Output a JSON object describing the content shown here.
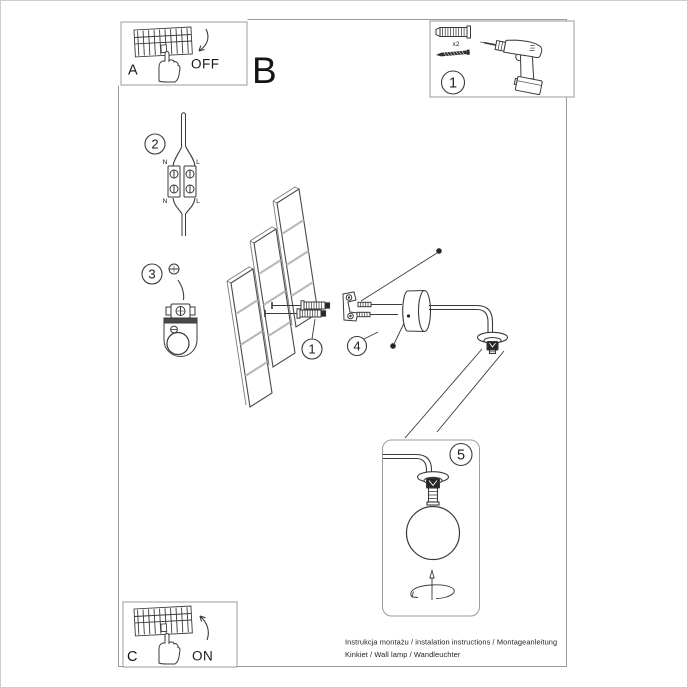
{
  "colors": {
    "ink": "#3a3a3a",
    "box_border": "#9b9b9b",
    "page_border": "#cdcdcd",
    "grout": "#b9b9b9",
    "dark_fill": "#262626"
  },
  "sections": {
    "a": "A",
    "b": "B",
    "c": "C"
  },
  "breaker_box_a": {
    "state_label": "OFF"
  },
  "breaker_box_c": {
    "state_label": "ON"
  },
  "parts_box": {
    "step_badge": "1",
    "anchor_quantity": "x2"
  },
  "badges": {
    "anchors": "1",
    "wiring": "2",
    "bracket": "3",
    "canopy_screws": "4",
    "shade": "5"
  },
  "wiring_labels": {
    "top_n": "N",
    "top_l": "L",
    "bottom_n": "N",
    "bottom_l": "L"
  },
  "footer": {
    "line1": "Instrukcja montażu / instalation instructions / Montageanleitung",
    "line2": "Kinkiet / Wall lamp / Wandleuchter"
  }
}
